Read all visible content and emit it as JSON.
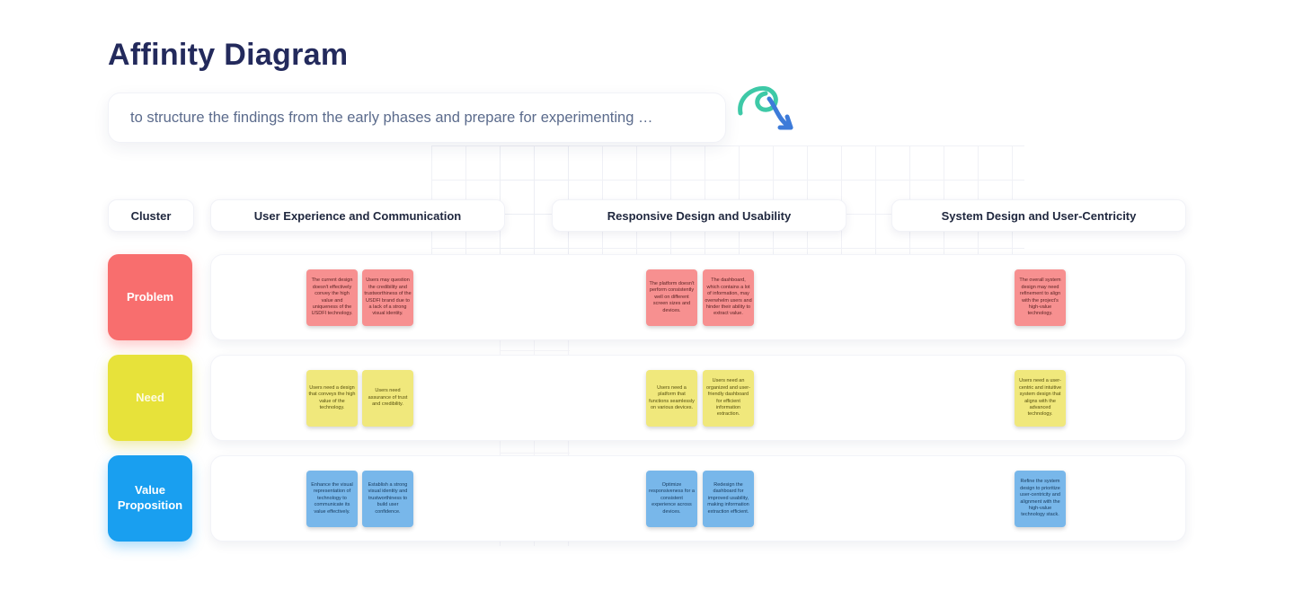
{
  "title": "Affinity Diagram",
  "subtitle": "to structure the findings from the early phases and prepare for experimenting …",
  "columns": [
    "Cluster",
    "User Experience and Communication",
    "Responsive Design and Usability",
    "System Design and User-Centricity"
  ],
  "colors": {
    "title": "#232a5c",
    "problem": "#f86e6e",
    "need": "#e7e23a",
    "value_proposition": "#199ff0",
    "note_problem": "#f79090",
    "note_need": "#f0e87c",
    "note_value": "#78b7ea",
    "arrow_teal": "#3ec9a7",
    "arrow_blue": "#3d7bd9"
  },
  "rows": [
    {
      "label": "Problem",
      "notes": [
        "The current design doesn't effectively convey the high value and uniqueness of the USDFI technology.",
        "Users may question the credibility and trustworthiness of the USDFI brand due to a lack of a strong visual identity.",
        "The platform doesn't perform consistently well on different screen sizes and devices.",
        "The dashboard, which contains a lot of information, may overwhelm users and hinder their ability to extract value.",
        "The overall system design may need refinement to align with the project's high-value technology."
      ]
    },
    {
      "label": "Need",
      "notes": [
        "Users need a design that conveys the high value of the technology.",
        "Users need assurance of trust and credibility.",
        "Users need a platform that functions seamlessly on various devices.",
        "Users need an organized and user-friendly dashboard for efficient information extraction.",
        "Users need a user-centric and intuitive system design that aligns with the advanced technology."
      ]
    },
    {
      "label": "Value Proposition",
      "notes": [
        "Enhance the visual representation of technology to communicate its value effectively.",
        "Establish a strong visual identity and trustworthiness to build user confidence.",
        "Optimize responsiveness for a consistent experience across devices.",
        "Redesign the dashboard for improved usability, making information extraction efficient.",
        "Refine the system design to prioritize user-centricity and alignment with the high-value technology stack."
      ]
    }
  ]
}
